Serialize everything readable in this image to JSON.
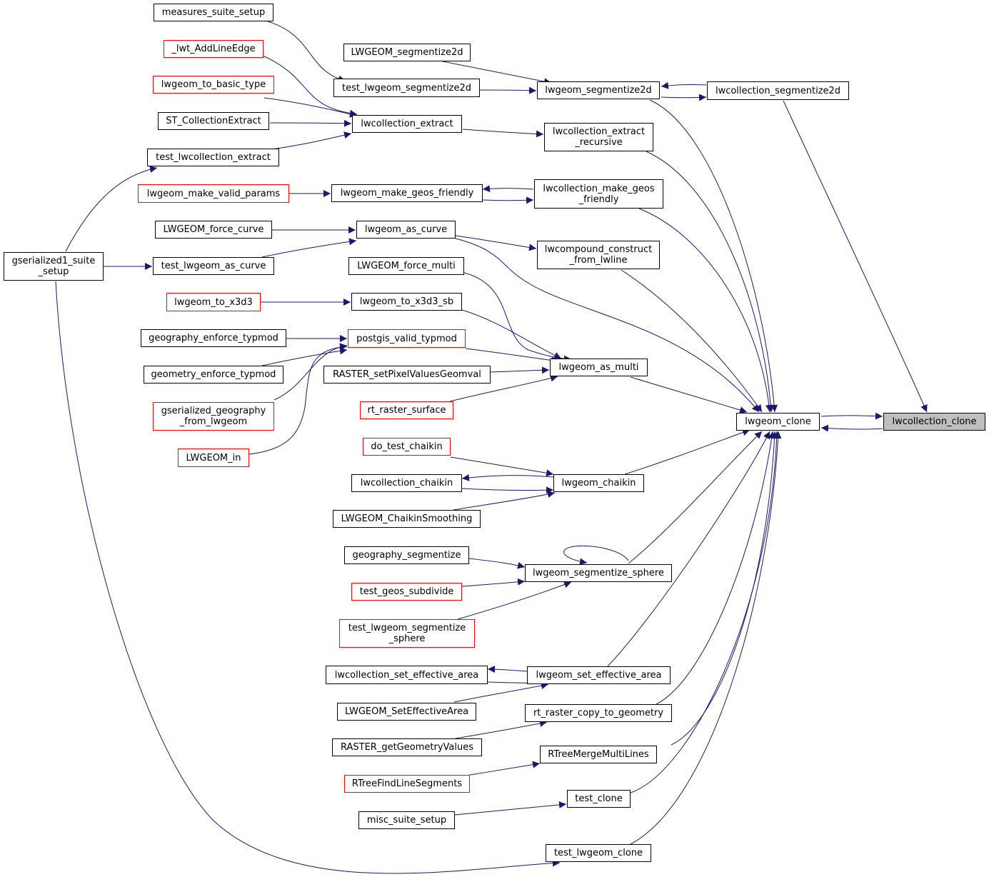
{
  "diagram": {
    "type": "caller-graph",
    "nodes": [
      {
        "id": "measures_suite_setup",
        "label": "measures_suite_setup",
        "style": "normal"
      },
      {
        "id": "_lwt_AddLineEdge",
        "label": "_lwt_AddLineEdge",
        "style": "red"
      },
      {
        "id": "lwgeom_to_basic_type",
        "label": "lwgeom_to_basic_type",
        "style": "red"
      },
      {
        "id": "ST_CollectionExtract",
        "label": "ST_CollectionExtract",
        "style": "normal"
      },
      {
        "id": "test_lwcollection_extract",
        "label": "test_lwcollection_extract",
        "style": "normal"
      },
      {
        "id": "lwgeom_make_valid_params",
        "label": "lwgeom_make_valid_params",
        "style": "red"
      },
      {
        "id": "LWGEOM_force_curve",
        "label": "LWGEOM_force_curve",
        "style": "normal"
      },
      {
        "id": "gserialized1_suite_setup",
        "label": "gserialized1_suite\n_setup",
        "style": "normal"
      },
      {
        "id": "test_lwgeom_as_curve",
        "label": "test_lwgeom_as_curve",
        "style": "normal"
      },
      {
        "id": "lwgeom_to_x3d3",
        "label": "lwgeom_to_x3d3",
        "style": "red"
      },
      {
        "id": "geography_enforce_typmod",
        "label": "geography_enforce_typmod",
        "style": "normal"
      },
      {
        "id": "geometry_enforce_typmod",
        "label": "geometry_enforce_typmod",
        "style": "normal"
      },
      {
        "id": "gserialized_geography_from_lwgeom",
        "label": "gserialized_geography\n_from_lwgeom",
        "style": "red"
      },
      {
        "id": "LWGEOM_in",
        "label": "LWGEOM_in",
        "style": "red"
      },
      {
        "id": "LWGEOM_segmentize2d",
        "label": "LWGEOM_segmentize2d",
        "style": "normal"
      },
      {
        "id": "test_lwgeom_segmentize2d",
        "label": "test_lwgeom_segmentize2d",
        "style": "normal"
      },
      {
        "id": "lwcollection_extract",
        "label": "lwcollection_extract",
        "style": "normal"
      },
      {
        "id": "lwgeom_make_geos_friendly",
        "label": "lwgeom_make_geos_friendly",
        "style": "normal"
      },
      {
        "id": "lwgeom_as_curve",
        "label": "lwgeom_as_curve",
        "style": "normal"
      },
      {
        "id": "LWGEOM_force_multi",
        "label": "LWGEOM_force_multi",
        "style": "normal"
      },
      {
        "id": "lwgeom_to_x3d3_sb",
        "label": "lwgeom_to_x3d3_sb",
        "style": "normal"
      },
      {
        "id": "postgis_valid_typmod",
        "label": "postgis_valid_typmod",
        "style": "red"
      },
      {
        "id": "RASTER_setPixelValuesGeomval",
        "label": "RASTER_setPixelValuesGeomval",
        "style": "normal"
      },
      {
        "id": "rt_raster_surface",
        "label": "rt_raster_surface",
        "style": "red"
      },
      {
        "id": "do_test_chaikin",
        "label": "do_test_chaikin",
        "style": "red"
      },
      {
        "id": "lwcollection_chaikin",
        "label": "lwcollection_chaikin",
        "style": "normal"
      },
      {
        "id": "LWGEOM_ChaikinSmoothing",
        "label": "LWGEOM_ChaikinSmoothing",
        "style": "normal"
      },
      {
        "id": "geography_segmentize",
        "label": "geography_segmentize",
        "style": "normal"
      },
      {
        "id": "test_geos_subdivide",
        "label": "test_geos_subdivide",
        "style": "red"
      },
      {
        "id": "test_lwgeom_segmentize_sphere",
        "label": "test_lwgeom_segmentize\n_sphere",
        "style": "red"
      },
      {
        "id": "lwcollection_set_effective_area",
        "label": "lwcollection_set_effective_area",
        "style": "normal"
      },
      {
        "id": "LWGEOM_SetEffectiveArea",
        "label": "LWGEOM_SetEffectiveArea",
        "style": "normal"
      },
      {
        "id": "RASTER_getGeometryValues",
        "label": "RASTER_getGeometryValues",
        "style": "normal"
      },
      {
        "id": "RTreeFindLineSegments",
        "label": "RTreeFindLineSegments",
        "style": "red"
      },
      {
        "id": "misc_suite_setup",
        "label": "misc_suite_setup",
        "style": "normal"
      },
      {
        "id": "lwgeom_segmentize2d",
        "label": "lwgeom_segmentize2d",
        "style": "normal"
      },
      {
        "id": "lwcollection_extract_recursive",
        "label": "lwcollection_extract\n_recursive",
        "style": "normal"
      },
      {
        "id": "lwcollection_make_geos_friendly",
        "label": "lwcollection_make_geos\n_friendly",
        "style": "normal"
      },
      {
        "id": "lwcompound_construct_from_lwline",
        "label": "lwcompound_construct\n_from_lwline",
        "style": "normal"
      },
      {
        "id": "lwgeom_as_multi",
        "label": "lwgeom_as_multi",
        "style": "normal"
      },
      {
        "id": "lwgeom_chaikin",
        "label": "lwgeom_chaikin",
        "style": "normal"
      },
      {
        "id": "lwgeom_segmentize_sphere",
        "label": "lwgeom_segmentize_sphere",
        "style": "normal"
      },
      {
        "id": "lwgeom_set_effective_area",
        "label": "lwgeom_set_effective_area",
        "style": "normal"
      },
      {
        "id": "rt_raster_copy_to_geometry",
        "label": "rt_raster_copy_to_geometry",
        "style": "normal"
      },
      {
        "id": "RTreeMergeMultiLines",
        "label": "RTreeMergeMultiLines",
        "style": "normal"
      },
      {
        "id": "test_clone",
        "label": "test_clone",
        "style": "normal"
      },
      {
        "id": "test_lwgeom_clone",
        "label": "test_lwgeom_clone",
        "style": "normal"
      },
      {
        "id": "lwcollection_segmentize2d",
        "label": "lwcollection_segmentize2d",
        "style": "normal"
      },
      {
        "id": "lwgeom_clone",
        "label": "lwgeom_clone",
        "style": "normal"
      },
      {
        "id": "lwcollection_clone",
        "label": "lwcollection_clone",
        "style": "focus"
      }
    ],
    "edges": [
      {
        "from": "lwgeom_clone",
        "to": "lwcollection_clone"
      },
      {
        "from": "lwcollection_clone",
        "to": "lwgeom_clone"
      },
      {
        "from": "lwgeom_segmentize2d",
        "to": "lwgeom_clone"
      },
      {
        "from": "lwcollection_segmentize2d",
        "to": "lwcollection_clone"
      },
      {
        "from": "lwgeom_segmentize2d",
        "to": "lwcollection_segmentize2d"
      },
      {
        "from": "lwcollection_segmentize2d",
        "to": "lwgeom_segmentize2d"
      },
      {
        "from": "LWGEOM_segmentize2d",
        "to": "lwgeom_segmentize2d"
      },
      {
        "from": "test_lwgeom_segmentize2d",
        "to": "lwgeom_segmentize2d"
      },
      {
        "from": "measures_suite_setup",
        "to": "test_lwgeom_segmentize2d"
      },
      {
        "from": "lwcollection_extract_recursive",
        "to": "lwgeom_clone"
      },
      {
        "from": "lwcollection_extract",
        "to": "lwcollection_extract_recursive"
      },
      {
        "from": "_lwt_AddLineEdge",
        "to": "lwcollection_extract"
      },
      {
        "from": "lwgeom_to_basic_type",
        "to": "lwcollection_extract"
      },
      {
        "from": "ST_CollectionExtract",
        "to": "lwcollection_extract"
      },
      {
        "from": "test_lwcollection_extract",
        "to": "lwcollection_extract"
      },
      {
        "from": "gserialized1_suite_setup",
        "to": "test_lwcollection_extract"
      },
      {
        "from": "lwcollection_make_geos_friendly",
        "to": "lwgeom_clone"
      },
      {
        "from": "lwgeom_make_geos_friendly",
        "to": "lwcollection_make_geos_friendly"
      },
      {
        "from": "lwcollection_make_geos_friendly",
        "to": "lwgeom_make_geos_friendly"
      },
      {
        "from": "lwgeom_make_valid_params",
        "to": "lwgeom_make_geos_friendly"
      },
      {
        "from": "lwcompound_construct_from_lwline",
        "to": "lwgeom_clone"
      },
      {
        "from": "lwgeom_as_curve",
        "to": "lwcompound_construct_from_lwline"
      },
      {
        "from": "lwgeom_as_curve",
        "to": "lwgeom_clone"
      },
      {
        "from": "LWGEOM_force_curve",
        "to": "lwgeom_as_curve"
      },
      {
        "from": "test_lwgeom_as_curve",
        "to": "lwgeom_as_curve"
      },
      {
        "from": "gserialized1_suite_setup",
        "to": "test_lwgeom_as_curve"
      },
      {
        "from": "lwgeom_as_multi",
        "to": "lwgeom_clone"
      },
      {
        "from": "LWGEOM_force_multi",
        "to": "lwgeom_as_multi"
      },
      {
        "from": "lwgeom_to_x3d3_sb",
        "to": "lwgeom_as_multi"
      },
      {
        "from": "lwgeom_to_x3d3",
        "to": "lwgeom_to_x3d3_sb"
      },
      {
        "from": "postgis_valid_typmod",
        "to": "lwgeom_as_multi"
      },
      {
        "from": "geography_enforce_typmod",
        "to": "postgis_valid_typmod"
      },
      {
        "from": "geometry_enforce_typmod",
        "to": "postgis_valid_typmod"
      },
      {
        "from": "gserialized_geography_from_lwgeom",
        "to": "postgis_valid_typmod"
      },
      {
        "from": "LWGEOM_in",
        "to": "postgis_valid_typmod"
      },
      {
        "from": "RASTER_setPixelValuesGeomval",
        "to": "lwgeom_as_multi"
      },
      {
        "from": "rt_raster_surface",
        "to": "lwgeom_as_multi"
      },
      {
        "from": "lwgeom_chaikin",
        "to": "lwgeom_clone"
      },
      {
        "from": "do_test_chaikin",
        "to": "lwgeom_chaikin"
      },
      {
        "from": "lwgeom_chaikin",
        "to": "lwcollection_chaikin"
      },
      {
        "from": "lwcollection_chaikin",
        "to": "lwgeom_chaikin"
      },
      {
        "from": "LWGEOM_ChaikinSmoothing",
        "to": "lwgeom_chaikin"
      },
      {
        "from": "lwgeom_segmentize_sphere",
        "to": "lwgeom_clone"
      },
      {
        "from": "lwgeom_segmentize_sphere",
        "to": "lwgeom_segmentize_sphere"
      },
      {
        "from": "geography_segmentize",
        "to": "lwgeom_segmentize_sphere"
      },
      {
        "from": "test_geos_subdivide",
        "to": "lwgeom_segmentize_sphere"
      },
      {
        "from": "test_lwgeom_segmentize_sphere",
        "to": "lwgeom_segmentize_sphere"
      },
      {
        "from": "lwgeom_set_effective_area",
        "to": "lwgeom_clone"
      },
      {
        "from": "lwgeom_set_effective_area",
        "to": "lwcollection_set_effective_area"
      },
      {
        "from": "lwcollection_set_effective_area",
        "to": "lwgeom_set_effective_area"
      },
      {
        "from": "LWGEOM_SetEffectiveArea",
        "to": "lwgeom_set_effective_area"
      },
      {
        "from": "rt_raster_copy_to_geometry",
        "to": "lwgeom_clone"
      },
      {
        "from": "RASTER_getGeometryValues",
        "to": "rt_raster_copy_to_geometry"
      },
      {
        "from": "RTreeMergeMultiLines",
        "to": "lwgeom_clone"
      },
      {
        "from": "RTreeFindLineSegments",
        "to": "RTreeMergeMultiLines"
      },
      {
        "from": "test_clone",
        "to": "lwgeom_clone"
      },
      {
        "from": "misc_suite_setup",
        "to": "test_clone"
      },
      {
        "from": "test_lwgeom_clone",
        "to": "lwgeom_clone"
      },
      {
        "from": "gserialized1_suite_setup",
        "to": "test_lwgeom_clone"
      }
    ]
  },
  "colors": {
    "edge": "#191970",
    "node_border": "#000000",
    "node_border_link_missing": "#ff0000",
    "node_fill": "#ffffff",
    "focus_fill": "#bfbfbf"
  }
}
